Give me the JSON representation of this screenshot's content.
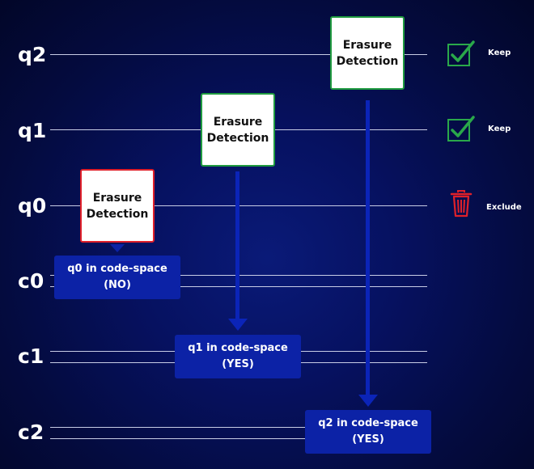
{
  "wires": {
    "q2": "q2",
    "q1": "q1",
    "q0": "q0",
    "c0": "c0",
    "c1": "c1",
    "c2": "c2"
  },
  "detections": {
    "q0": {
      "line1": "Erasure",
      "line2": "Detection"
    },
    "q1": {
      "line1": "Erasure",
      "line2": "Detection"
    },
    "q2": {
      "line1": "Erasure",
      "line2": "Detection"
    }
  },
  "codespace": {
    "q0": {
      "line1": "q0 in code-space",
      "line2": "(NO)"
    },
    "q1": {
      "line1": "q1 in code-space",
      "line2": "(YES)"
    },
    "q2": {
      "line1": "q2 in code-space",
      "line2": "(YES)"
    }
  },
  "status": {
    "q2": {
      "label": "Keep",
      "icon": "checkbox-checked-icon",
      "color": "#2aa84a"
    },
    "q1": {
      "label": "Keep",
      "icon": "checkbox-checked-icon",
      "color": "#2aa84a"
    },
    "q0": {
      "label": "Exclude",
      "icon": "trash-icon",
      "color": "#e0202a"
    }
  },
  "colors": {
    "background": "#061160",
    "wire": "#c8cde6",
    "arrow": "#0b24b8",
    "codespace_box": "#0c22a6",
    "fail_border": "#e0202a",
    "pass_border": "#1f9a3f"
  }
}
